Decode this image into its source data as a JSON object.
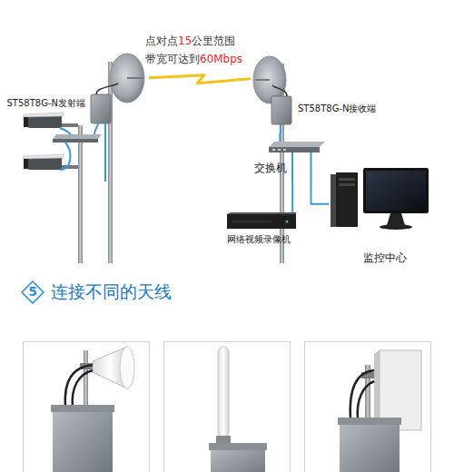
{
  "diagram": {
    "nodes": [
      {
        "text": [
          "ST58T8G-N发射端"
        ]
      },
      {
        "text": [
          "ST58T8G-N接收端"
        ]
      },
      {
        "text": [
          "交换机"
        ]
      },
      {
        "text": [
          "网络视频录像机"
        ]
      },
      {
        "text": [
          "监控中心"
        ]
      }
    ],
    "edges": [
      {
        "from": 0,
        "to": 1,
        "arrow": "none"
      },
      {
        "from": 1,
        "to": 2,
        "arrow": "none"
      },
      {
        "from": 2,
        "to": 3,
        "arrow": "none"
      },
      {
        "from": 2,
        "to": 4,
        "arrow": "none"
      }
    ],
    "labels": [
      "点对点15公里范围",
      "带宽可达到60Mbps",
      "5",
      "连接不同的天线"
    ]
  }
}
